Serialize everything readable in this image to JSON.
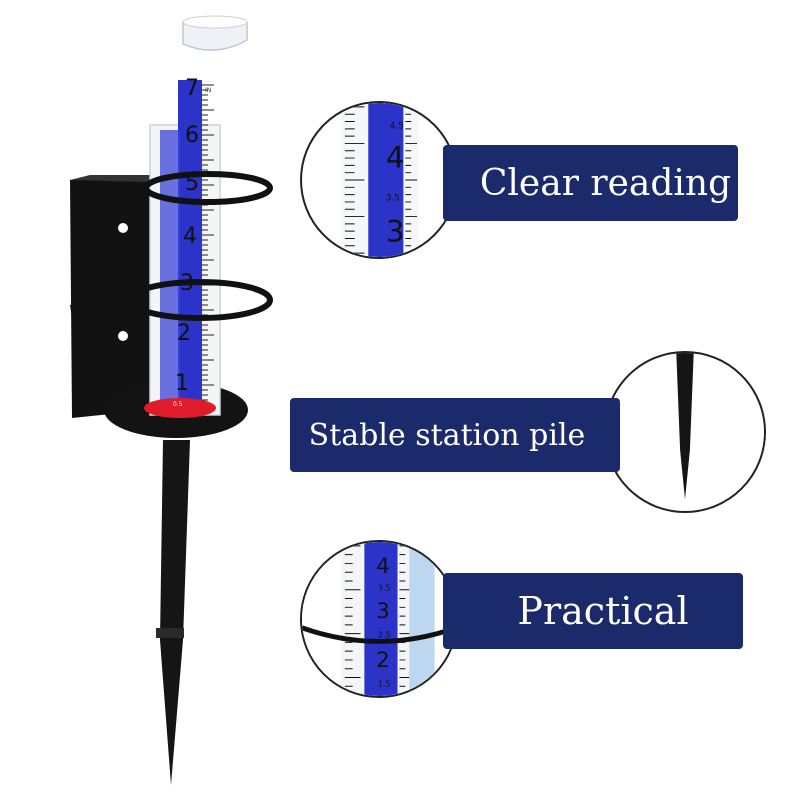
{
  "theme": {
    "navy": "#1b2a6b",
    "tube_blue": "#2b33c9",
    "water_red": "#e01b2a",
    "metal": "#151515"
  },
  "features": [
    {
      "label": "Clear reading"
    },
    {
      "label": "Stable station pile"
    },
    {
      "label": "Practical"
    }
  ],
  "gauge": {
    "inner_scale": [
      "7",
      "6",
      "5",
      "4",
      "3",
      "2",
      "1"
    ],
    "unit_label": "IN",
    "half_mark": "0.5"
  },
  "zoom_scales": {
    "reading": [
      "4.5",
      "4",
      "3.5",
      "3"
    ],
    "practical": [
      "4",
      "3.5",
      "3",
      "2.5",
      "2",
      "1.5"
    ]
  },
  "icons": [
    "rain-gauge-tube-icon",
    "ground-stake-icon",
    "magnifier-lens-icon"
  ]
}
